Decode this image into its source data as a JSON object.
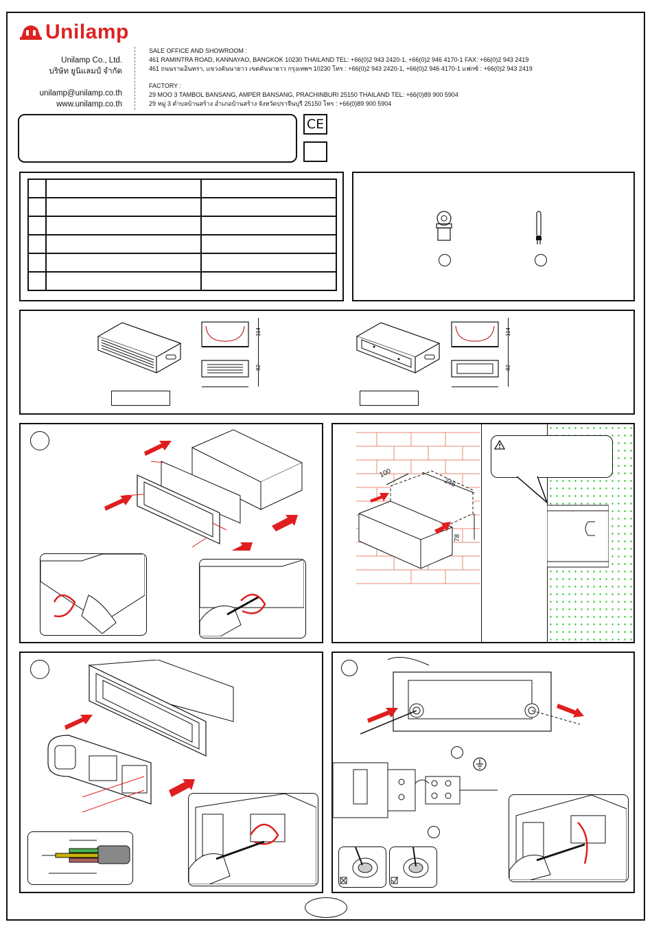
{
  "header": {
    "brand": "Unilamp",
    "company_en": "Unilamp Co., Ltd.",
    "company_th": "บริษัท ยูนิแลมป์ จำกัด",
    "email": "unilamp@unilamp.co.th",
    "website": "www.unilamp.co.th",
    "sale_office_title": "SALE OFFICE AND SHOWROOM :",
    "sale_office_en": "461 RAMINTRA ROAD, KANNAYAO, BANGKOK 10230 THAILAND TEL: +66(0)2 943 2420-1, +66(0)2 946 4170-1 FAX: +66(0)2 943 2419",
    "sale_office_th": "461 ถนนรามอินทรา, แขวงคันนายาว เขตคันนายาว กรุงเทพฯ 10230 โทร : +66(0)2 943 2420-1, +66(0)2 946 4170-1 แฟกซ์ : +66(0)2 943 2419",
    "factory_title": "FACTORY :",
    "factory_en": "29 MOO 3 TAMBOL BANSANG, AMPER BANSANG, PRACHINBURI 25150 THAILAND TEL: +66(0)89 900 5904",
    "factory_th": "29 หมู่ 3 ตำบลบ้านสร้าง อำเภอบ้านสร้าง จังหวัดปราจีนบุรี 25150 โทร : +66(0)89 900 5904",
    "ce_mark": "CE"
  },
  "dimensions": {
    "height_label": "114",
    "depth_label": "82",
    "wall_depth": "100",
    "wall_width": "246",
    "wall_height": "78"
  },
  "colors": {
    "brand_red": "#d22222",
    "arrow_red": "#e01e1e",
    "brick": "#e8876f",
    "speckle_green": "#22c822"
  },
  "icons": {
    "warning": "warning-triangle-icon",
    "ground": "ground-symbol-icon"
  }
}
